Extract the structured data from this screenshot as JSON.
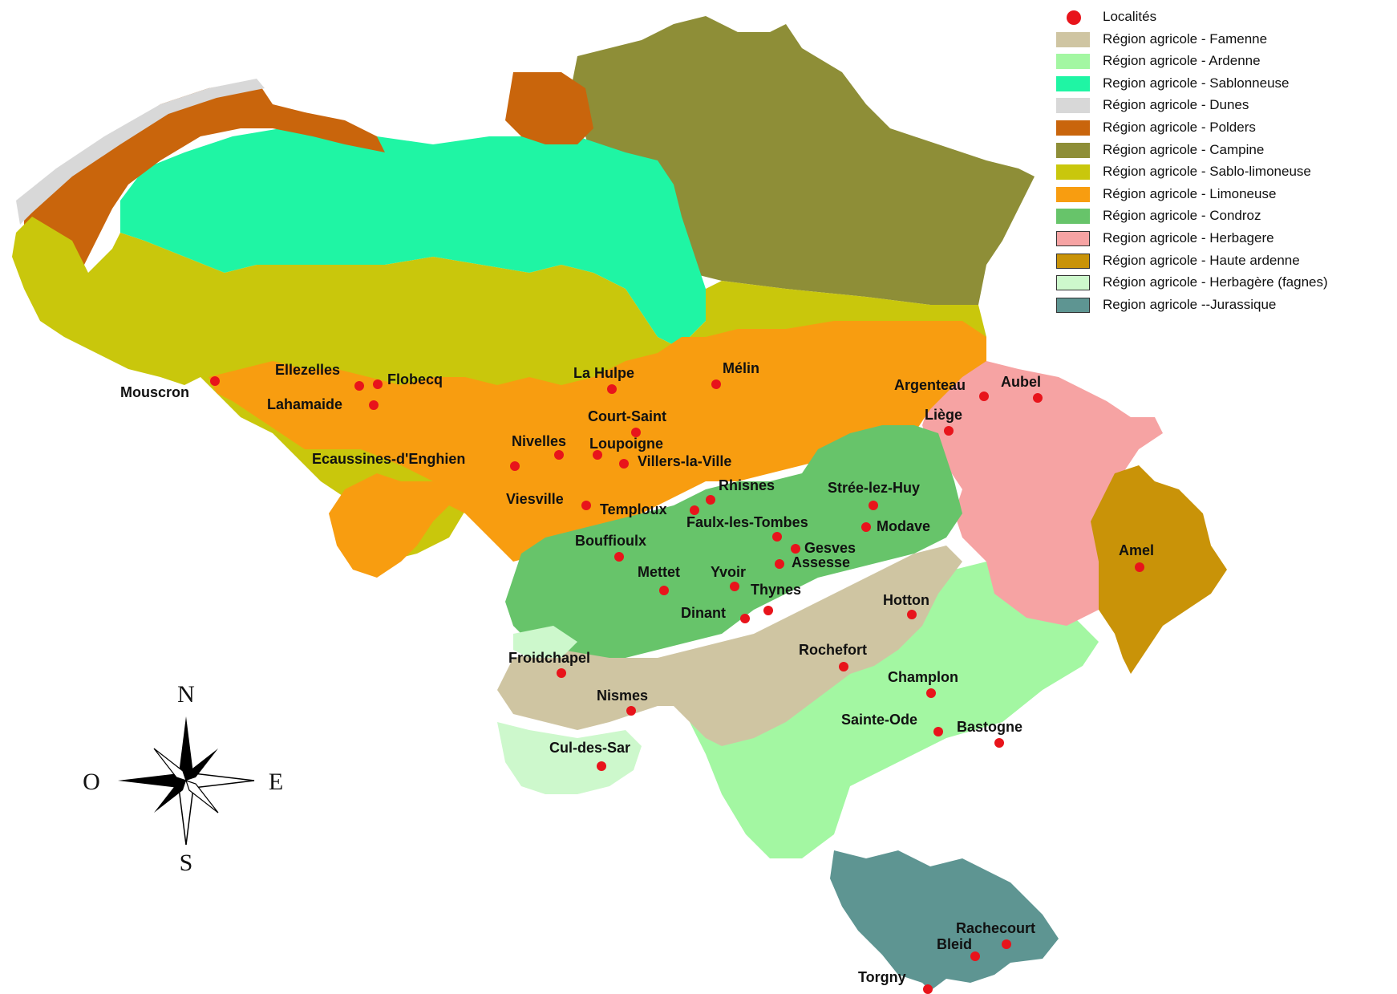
{
  "legend": {
    "localities_label": "Localités",
    "regions": [
      {
        "label": "Région agricole - Famenne",
        "color": "#cfc5a2"
      },
      {
        "label": "Région agricole - Ardenne",
        "color": "#a3f7a2"
      },
      {
        "label": "Region agricole - Sablonneuse",
        "color": "#1ff5a4"
      },
      {
        "label": "Région agricole - Dunes",
        "color": "#d8d8d8"
      },
      {
        "label": "Région agricole - Polders",
        "color": "#c9650c"
      },
      {
        "label": "Région agricole - Campine",
        "color": "#8e8e37"
      },
      {
        "label": "Région agricole - Sablo-limoneuse",
        "color": "#c9c70c"
      },
      {
        "label": "Région agricole - Limoneuse",
        "color": "#f89d10"
      },
      {
        "label": "Région agricole - Condroz",
        "color": "#67c46a"
      },
      {
        "label": "Region agricole - Herbagere",
        "color": "#f6a3a3"
      },
      {
        "label": "Région agricole - Haute ardenne",
        "color": "#c99308"
      },
      {
        "label": "Région agricole - Herbagère  (fagnes)",
        "color": "#cdf8cc"
      },
      {
        "label": "Region agricole --Jurassique",
        "color": "#5e9592"
      }
    ]
  },
  "compass": {
    "north": "N",
    "south": "S",
    "east": "E",
    "west": "O"
  },
  "localities": [
    {
      "name": "Mouscron"
    },
    {
      "name": "Ellezelles"
    },
    {
      "name": "Flobecq"
    },
    {
      "name": "Lahamaide"
    },
    {
      "name": "La Hulpe"
    },
    {
      "name": "Mélin"
    },
    {
      "name": "Argenteau"
    },
    {
      "name": "Aubel"
    },
    {
      "name": "Liège"
    },
    {
      "name": "Court-Saint"
    },
    {
      "name": "Nivelles"
    },
    {
      "name": "Loupoigne"
    },
    {
      "name": "Ecaussines-d'Enghien"
    },
    {
      "name": "Villers-la-Ville"
    },
    {
      "name": "Rhisnes"
    },
    {
      "name": "Strée-lez-Huy"
    },
    {
      "name": "Viesville"
    },
    {
      "name": "Temploux"
    },
    {
      "name": "Faulx-les-Tombes"
    },
    {
      "name": "Modave"
    },
    {
      "name": "Gesves"
    },
    {
      "name": "Bouffioulx"
    },
    {
      "name": "Assesse"
    },
    {
      "name": "Amel"
    },
    {
      "name": "Mettet"
    },
    {
      "name": "Yvoir"
    },
    {
      "name": "Thynes"
    },
    {
      "name": "Hotton"
    },
    {
      "name": "Dinant"
    },
    {
      "name": "Rochefort"
    },
    {
      "name": "Froidchapel"
    },
    {
      "name": "Champlon"
    },
    {
      "name": "Nismes"
    },
    {
      "name": "Sainte-Ode"
    },
    {
      "name": "Bastogne"
    },
    {
      "name": "Cul-des-Sar"
    },
    {
      "name": "Rachecourt"
    },
    {
      "name": "Bleid"
    },
    {
      "name": "Torgny"
    }
  ]
}
